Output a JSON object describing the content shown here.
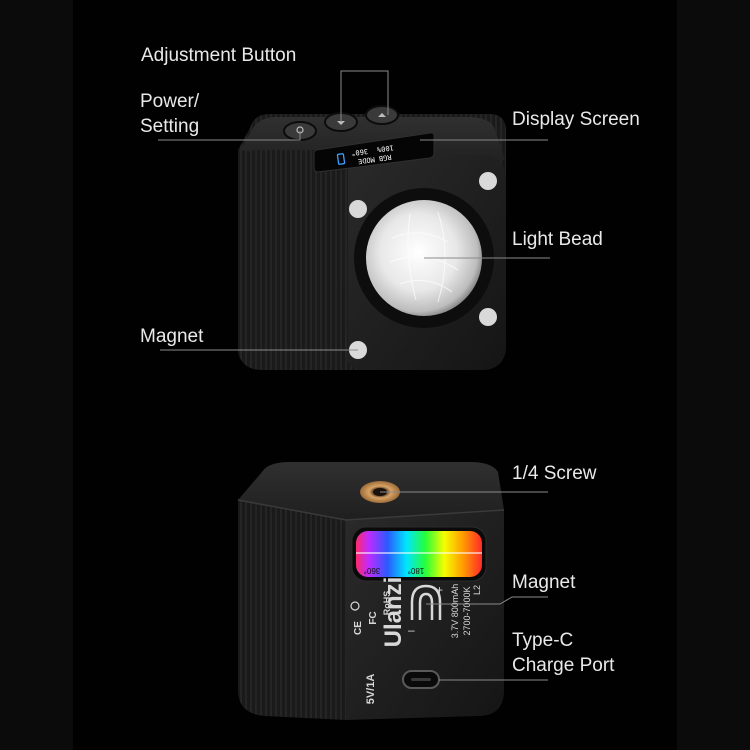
{
  "labels": {
    "adjustment_button": "Adjustment Button",
    "power_setting": [
      "Power/",
      "Setting"
    ],
    "display_screen": "Display Screen",
    "light_bead": "Light Bead",
    "magnet_front": "Magnet",
    "screw": "1/4 Screw",
    "magnet_back": "Magnet",
    "type_c": [
      "Type-C",
      "Charge Port"
    ]
  },
  "device_print": {
    "brand": "Ulanzi",
    "model": "L2",
    "color_temp": "2700-7000K",
    "battery": "3.7V 800mAh",
    "rohs": "RoHS",
    "fc": "FC",
    "ce": "CE",
    "port_rating": "5V/1A",
    "scale_360": "360°",
    "scale_180": "180°"
  },
  "screen": {
    "mode": "RGB MODE",
    "hue": "360°",
    "level": "100%"
  },
  "colors": {
    "background": "#010101",
    "label_text": "#e9e9e9",
    "leader_line": "#8a8a8a",
    "body": "#1d1d1e",
    "screw_brass": "#c8935a"
  }
}
